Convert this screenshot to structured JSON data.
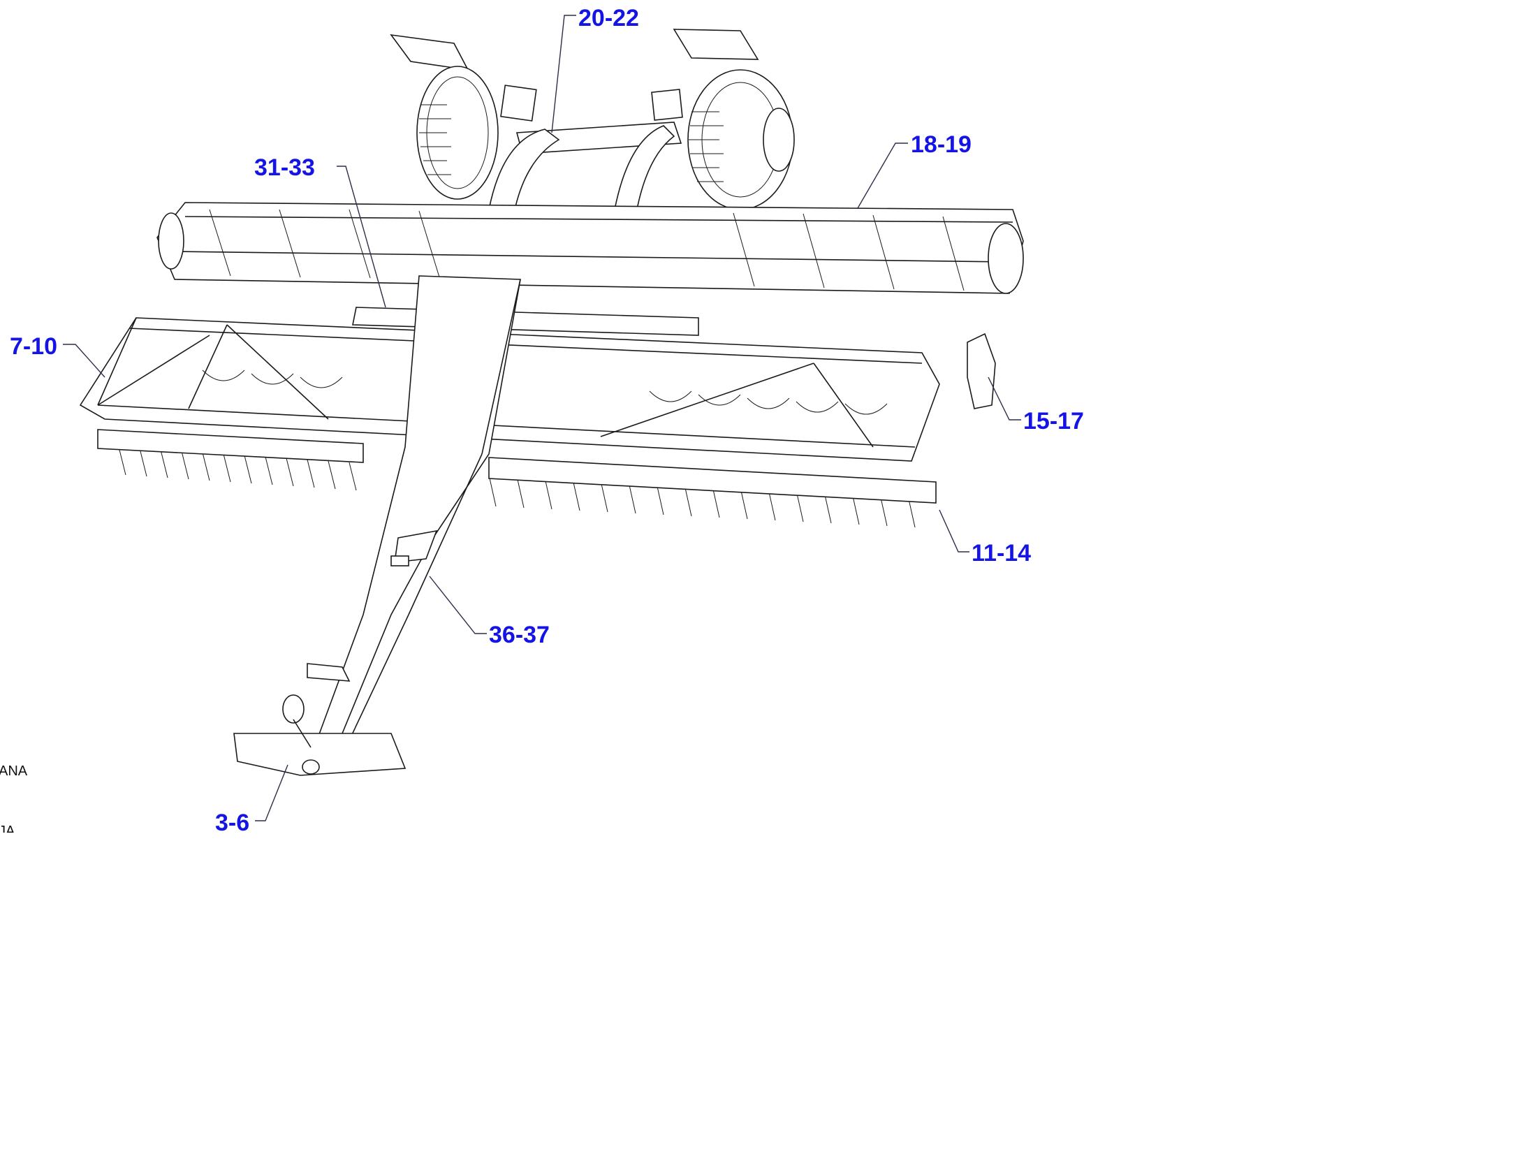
{
  "callouts": [
    {
      "id": "c-20-22",
      "label": "20-22"
    },
    {
      "id": "c-18-19",
      "label": "18-19"
    },
    {
      "id": "c-31-33",
      "label": "31-33"
    },
    {
      "id": "c-7-10",
      "label": "7-10"
    },
    {
      "id": "c-15-17",
      "label": "15-17"
    },
    {
      "id": "c-11-14",
      "label": "11-14"
    },
    {
      "id": "c-36-37",
      "label": "36-37"
    },
    {
      "id": "c-3-6",
      "label": "3-6"
    }
  ],
  "side_text": {
    "line1": "ANA",
    "line2": "JA"
  },
  "colors": {
    "callout": "#1414e6",
    "line": "#1a1a1a",
    "background": "#ffffff"
  }
}
